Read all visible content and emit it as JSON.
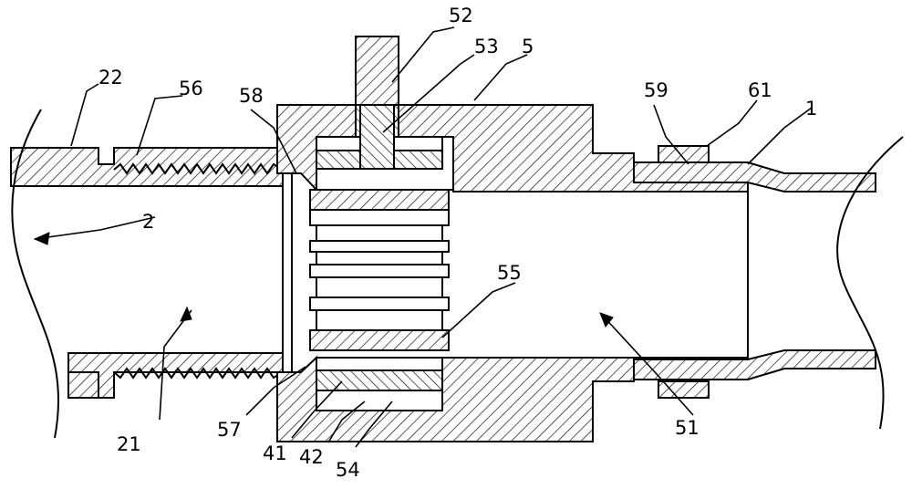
{
  "labels": {
    "l1": "1",
    "l2": "2",
    "l5": "5",
    "l21": "21",
    "l22": "22",
    "l41": "41",
    "l42": "42",
    "l51": "51",
    "l52": "52",
    "l53": "53",
    "l54": "54",
    "l55": "55",
    "l56": "56",
    "l57": "57",
    "l58": "58",
    "l59": "59",
    "l61": "61"
  }
}
